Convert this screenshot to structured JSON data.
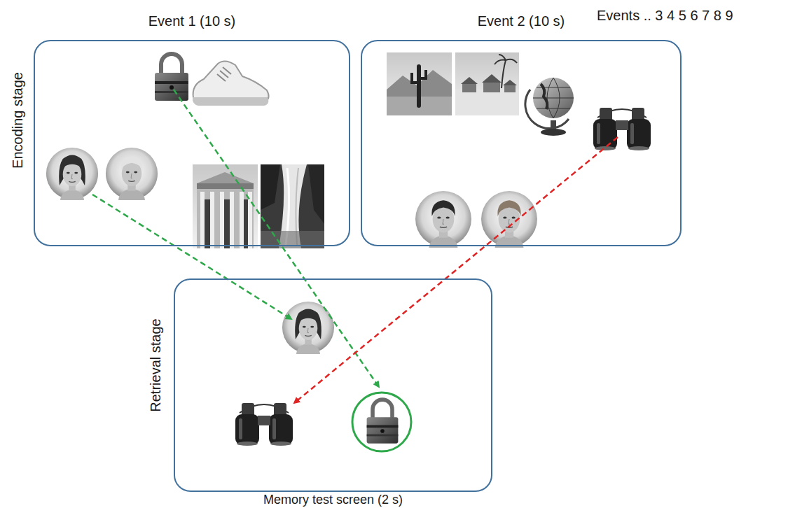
{
  "diagram": {
    "nodes": [
      {
        "text": [
          "Event 1 (10 s)"
        ]
      },
      {
        "text": [
          "Event 2 (10 s)"
        ]
      },
      {
        "text": [
          "Memory test screen (2 s)"
        ]
      }
    ],
    "labels": [
      "Events .. 3 4 5 6 7 8 9",
      "Encoding stage",
      "Retrieval stage"
    ]
  }
}
